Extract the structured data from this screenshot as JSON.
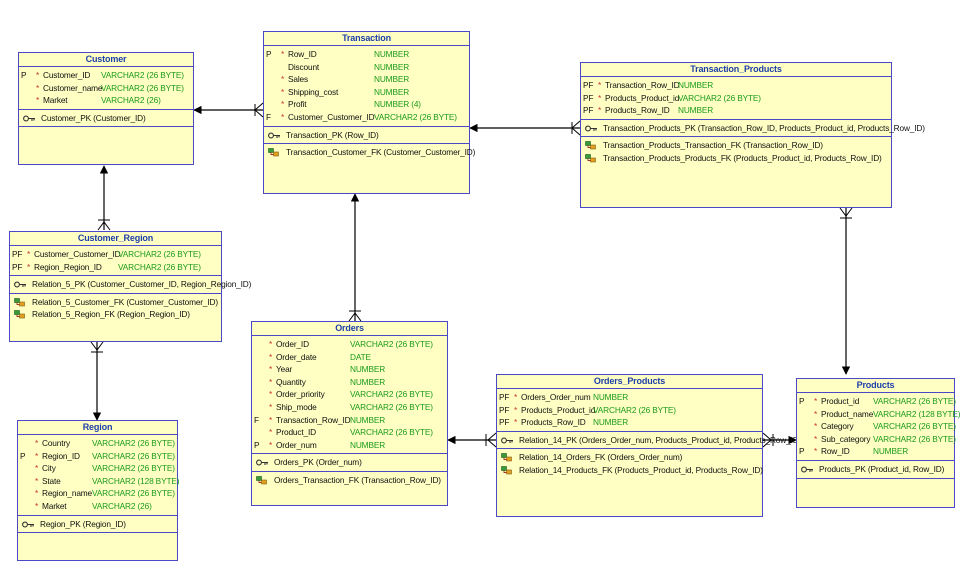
{
  "entities": {
    "customer": {
      "title": "Customer",
      "columns": [
        {
          "key": "P",
          "req": "*",
          "name": "Customer_ID",
          "type": "VARCHAR2 (26 BYTE)"
        },
        {
          "key": "",
          "req": "*",
          "name": "Customer_name",
          "type": "VARCHAR2 (26 BYTE)"
        },
        {
          "key": "",
          "req": "*",
          "name": "Market",
          "type": "VARCHAR2 (26)"
        }
      ],
      "pk": "Customer_PK (Customer_ID)",
      "fks": []
    },
    "transaction": {
      "title": "Transaction",
      "columns": [
        {
          "key": "P",
          "req": "*",
          "name": "Row_ID",
          "type": "NUMBER"
        },
        {
          "key": "",
          "req": "",
          "name": "Discount",
          "type": "NUMBER"
        },
        {
          "key": "",
          "req": "*",
          "name": "Sales",
          "type": "NUMBER"
        },
        {
          "key": "",
          "req": "*",
          "name": "Shipping_cost",
          "type": "NUMBER"
        },
        {
          "key": "",
          "req": "*",
          "name": "Profit",
          "type": "NUMBER (4)"
        },
        {
          "key": "F",
          "req": "*",
          "name": "Customer_Customer_ID",
          "type": "VARCHAR2 (26 BYTE)"
        }
      ],
      "pk": "Transaction_PK (Row_ID)",
      "fks": [
        "Transaction_Customer_FK (Customer_Customer_ID)"
      ]
    },
    "transaction_products": {
      "title": "Transaction_Products",
      "columns": [
        {
          "key": "PF",
          "req": "*",
          "name": "Transaction_Row_ID",
          "type": "NUMBER"
        },
        {
          "key": "PF",
          "req": "*",
          "name": "Products_Product_id",
          "type": "VARCHAR2 (26 BYTE)"
        },
        {
          "key": "PF",
          "req": "*",
          "name": "Products_Row_ID",
          "type": "NUMBER"
        }
      ],
      "pk": "Transaction_Products_PK (Transaction_Row_ID, Products_Product_id, Products_Row_ID)",
      "fks": [
        "Transaction_Products_Transaction_FK (Transaction_Row_ID)",
        "Transaction_Products_Products_FK (Products_Product_id, Products_Row_ID)"
      ]
    },
    "customer_region": {
      "title": "Customer_Region",
      "columns": [
        {
          "key": "PF",
          "req": "*",
          "name": "Customer_Customer_ID",
          "type": "VARCHAR2 (26 BYTE)"
        },
        {
          "key": "PF",
          "req": "*",
          "name": "Region_Region_ID",
          "type": "VARCHAR2 (26 BYTE)"
        }
      ],
      "pk": "Relation_5_PK (Customer_Customer_ID, Region_Region_ID)",
      "fks": [
        "Relation_5_Customer_FK (Customer_Customer_ID)",
        "Relation_5_Region_FK (Region_Region_ID)"
      ]
    },
    "orders": {
      "title": "Orders",
      "columns": [
        {
          "key": "",
          "req": "*",
          "name": "Order_ID",
          "type": "VARCHAR2 (26 BYTE)"
        },
        {
          "key": "",
          "req": "*",
          "name": "Order_date",
          "type": "DATE"
        },
        {
          "key": "",
          "req": "*",
          "name": "Year",
          "type": "NUMBER"
        },
        {
          "key": "",
          "req": "*",
          "name": "Quantity",
          "type": "NUMBER"
        },
        {
          "key": "",
          "req": "*",
          "name": "Order_priority",
          "type": "VARCHAR2 (26 BYTE)"
        },
        {
          "key": "",
          "req": "*",
          "name": "Ship_mode",
          "type": "VARCHAR2 (26 BYTE)"
        },
        {
          "key": "F",
          "req": "*",
          "name": "Transaction_Row_ID",
          "type": "NUMBER"
        },
        {
          "key": "",
          "req": "*",
          "name": "Product_ID",
          "type": "VARCHAR2 (26 BYTE)"
        },
        {
          "key": "P",
          "req": "*",
          "name": "Order_num",
          "type": "NUMBER"
        }
      ],
      "pk": "Orders_PK (Order_num)",
      "fks": [
        "Orders_Transaction_FK (Transaction_Row_ID)"
      ]
    },
    "orders_products": {
      "title": "Orders_Products",
      "columns": [
        {
          "key": "PF",
          "req": "*",
          "name": "Orders_Order_num",
          "type": "NUMBER"
        },
        {
          "key": "PF",
          "req": "*",
          "name": "Products_Product_id",
          "type": "VARCHAR2 (26 BYTE)"
        },
        {
          "key": "PF",
          "req": "*",
          "name": "Products_Row_ID",
          "type": "NUMBER"
        }
      ],
      "pk": "Relation_14_PK (Orders_Order_num, Products_Product_id, Products_Row_ID)",
      "fks": [
        "Relation_14_Orders_FK (Orders_Order_num)",
        "Relation_14_Products_FK (Products_Product_id, Products_Row_ID)"
      ]
    },
    "products": {
      "title": "Products",
      "columns": [
        {
          "key": "P",
          "req": "*",
          "name": "Product_id",
          "type": "VARCHAR2 (26 BYTE)"
        },
        {
          "key": "",
          "req": "*",
          "name": "Product_name",
          "type": "VARCHAR2 (128 BYTE)"
        },
        {
          "key": "",
          "req": "*",
          "name": "Category",
          "type": "VARCHAR2 (26 BYTE)"
        },
        {
          "key": "",
          "req": "*",
          "name": "Sub_category",
          "type": "VARCHAR2 (26 BYTE)"
        },
        {
          "key": "P",
          "req": "*",
          "name": "Row_ID",
          "type": "NUMBER"
        }
      ],
      "pk": "Products_PK (Product_id, Row_ID)",
      "fks": []
    },
    "region": {
      "title": "Region",
      "columns": [
        {
          "key": "",
          "req": "*",
          "name": "Country",
          "type": "VARCHAR2 (26 BYTE)"
        },
        {
          "key": "P",
          "req": "*",
          "name": "Region_ID",
          "type": "VARCHAR2 (26 BYTE)"
        },
        {
          "key": "",
          "req": "*",
          "name": "City",
          "type": "VARCHAR2 (26 BYTE)"
        },
        {
          "key": "",
          "req": "*",
          "name": "State",
          "type": "VARCHAR2 (128 BYTE)"
        },
        {
          "key": "",
          "req": "*",
          "name": "Region_name",
          "type": "VARCHAR2 (26 BYTE)"
        },
        {
          "key": "",
          "req": "*",
          "name": "Market",
          "type": "VARCHAR2 (26)"
        }
      ],
      "pk": "Region_PK (Region_ID)",
      "fks": []
    }
  },
  "relationships": [
    {
      "from": "transaction",
      "to": "customer"
    },
    {
      "from": "transaction_products",
      "to": "transaction"
    },
    {
      "from": "transaction_products",
      "to": "products"
    },
    {
      "from": "customer_region",
      "to": "customer"
    },
    {
      "from": "customer_region",
      "to": "region"
    },
    {
      "from": "orders",
      "to": "transaction"
    },
    {
      "from": "orders_products",
      "to": "orders"
    },
    {
      "from": "orders_products",
      "to": "products"
    }
  ],
  "colors": {
    "entity_fill": "#ffffc4",
    "border": "#4a4ac8",
    "title": "#1d3fa8",
    "type": "#1a9a1a",
    "required": "#c8302c",
    "connector": "#000000"
  }
}
